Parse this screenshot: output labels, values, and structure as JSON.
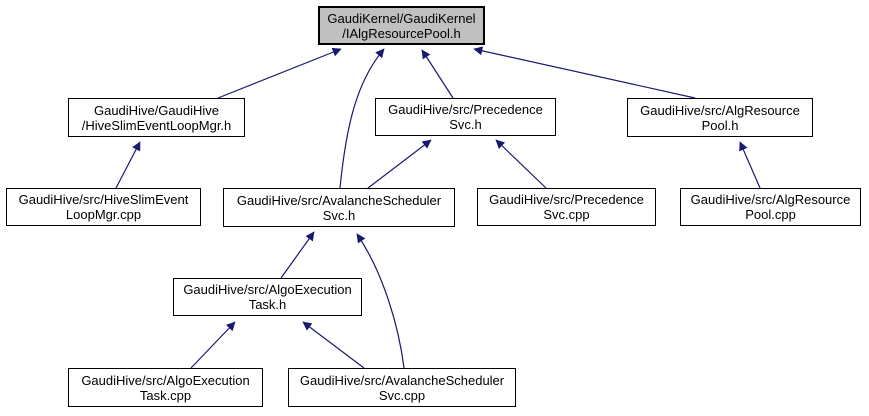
{
  "graph": {
    "kind": "include-dependency-graph",
    "colors": {
      "edge": "#191970",
      "node_fill": "#ffffff",
      "node_border": "#000000",
      "highlighted_node_fill": "#c0c0c0",
      "background": "#ffffff"
    },
    "nodes": [
      {
        "id": "ialgresourcepool_h",
        "path": "GaudiKernel/GaudiKernel/IAlgResourcePool.h",
        "line1": "GaudiKernel/GaudiKernel",
        "line2": "/IAlgResourcePool.h",
        "highlighted": true
      },
      {
        "id": "hiveslim_h",
        "path": "GaudiHive/GaudiHive/HiveSlimEventLoopMgr.h",
        "line1": "GaudiHive/GaudiHive",
        "line2": "/HiveSlimEventLoopMgr.h",
        "highlighted": false
      },
      {
        "id": "precedencesvc_h",
        "path": "GaudiHive/src/PrecedenceSvc.h",
        "line1": "GaudiHive/src/Precedence",
        "line2": "Svc.h",
        "highlighted": false
      },
      {
        "id": "algresourcepool_h",
        "path": "GaudiHive/src/AlgResourcePool.h",
        "line1": "GaudiHive/src/AlgResource",
        "line2": "Pool.h",
        "highlighted": false
      },
      {
        "id": "hiveslim_cpp",
        "path": "GaudiHive/src/HiveSlimEventLoopMgr.cpp",
        "line1": "GaudiHive/src/HiveSlimEvent",
        "line2": "LoopMgr.cpp",
        "highlighted": false
      },
      {
        "id": "avalanchesvc_h",
        "path": "GaudiHive/src/AvalancheSchedulerSvc.h",
        "line1": "GaudiHive/src/AvalancheScheduler",
        "line2": "Svc.h",
        "highlighted": false
      },
      {
        "id": "precedencesvc_cpp",
        "path": "GaudiHive/src/PrecedenceSvc.cpp",
        "line1": "GaudiHive/src/Precedence",
        "line2": "Svc.cpp",
        "highlighted": false
      },
      {
        "id": "algresourcepool_cpp",
        "path": "GaudiHive/src/AlgResourcePool.cpp",
        "line1": "GaudiHive/src/AlgResource",
        "line2": "Pool.cpp",
        "highlighted": false
      },
      {
        "id": "algoexectask_h",
        "path": "GaudiHive/src/AlgoExecutionTask.h",
        "line1": "GaudiHive/src/AlgoExecution",
        "line2": "Task.h",
        "highlighted": false
      },
      {
        "id": "algoexectask_cpp",
        "path": "GaudiHive/src/AlgoExecutionTask.cpp",
        "line1": "GaudiHive/src/AlgoExecution",
        "line2": "Task.cpp",
        "highlighted": false
      },
      {
        "id": "avalanchesvc_cpp",
        "path": "GaudiHive/src/AvalancheSchedulerSvc.cpp",
        "line1": "GaudiHive/src/AvalancheScheduler",
        "line2": "Svc.cpp",
        "highlighted": false
      }
    ],
    "edges": [
      {
        "from": "hiveslim_h",
        "to": "ialgresourcepool_h"
      },
      {
        "from": "avalanchesvc_h",
        "to": "ialgresourcepool_h"
      },
      {
        "from": "precedencesvc_h",
        "to": "ialgresourcepool_h"
      },
      {
        "from": "algresourcepool_h",
        "to": "ialgresourcepool_h"
      },
      {
        "from": "hiveslim_cpp",
        "to": "hiveslim_h"
      },
      {
        "from": "avalanchesvc_h",
        "to": "precedencesvc_h"
      },
      {
        "from": "precedencesvc_cpp",
        "to": "precedencesvc_h"
      },
      {
        "from": "algresourcepool_cpp",
        "to": "algresourcepool_h"
      },
      {
        "from": "algoexectask_h",
        "to": "avalanchesvc_h"
      },
      {
        "from": "avalanchesvc_cpp",
        "to": "avalanchesvc_h"
      },
      {
        "from": "algoexectask_cpp",
        "to": "algoexectask_h"
      },
      {
        "from": "avalanchesvc_cpp",
        "to": "algoexectask_h"
      }
    ]
  }
}
